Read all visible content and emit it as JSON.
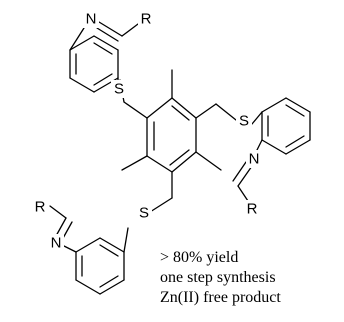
{
  "structure": {
    "atoms": {
      "nitrogen": "N",
      "sulfur": "S",
      "substituent": "R"
    }
  },
  "notes": [
    "> 80% yield",
    "one step synthesis",
    "Zn(II) free product"
  ],
  "colors": {
    "ink": "#000000",
    "background": "#ffffff"
  }
}
